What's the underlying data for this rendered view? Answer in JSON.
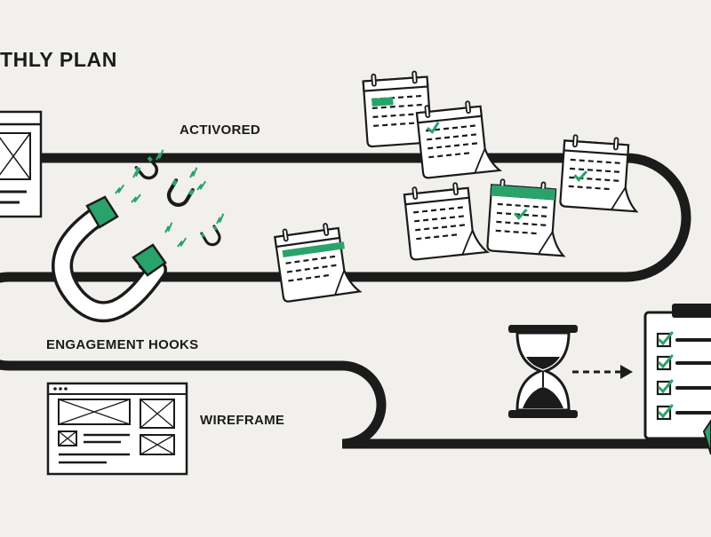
{
  "title": "THLY PLAN",
  "labels": {
    "activated": "ACTIVORED",
    "engagement_hooks": "ENGAGEMENT HOOKS",
    "wireframe": "WIREFRAME"
  },
  "colors": {
    "background": "#f1f0ec",
    "ink": "#1b1b1b",
    "accent": "#2aa36b"
  },
  "icons": [
    "wireframe-icon",
    "magnet-icon",
    "calendar-icon",
    "hourglass-icon",
    "arrow-icon",
    "checklist-icon"
  ]
}
